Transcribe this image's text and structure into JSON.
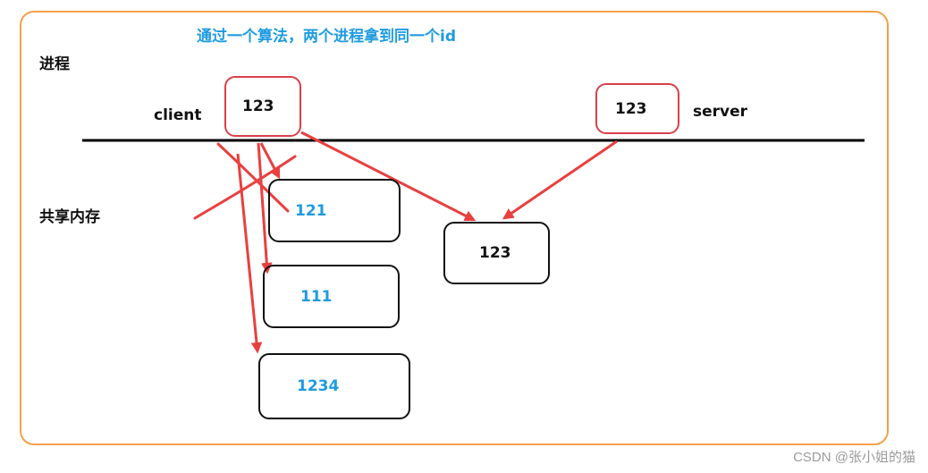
{
  "title": "通过一个算法，两个进程拿到同一个id",
  "process_label": "进程",
  "shared_memory_label": "共享内存",
  "client": {
    "label": "client",
    "value": "123"
  },
  "server": {
    "label": "server",
    "value": "123"
  },
  "segments": [
    {
      "value": "121"
    },
    {
      "value": "111"
    },
    {
      "value": "1234"
    },
    {
      "value": "123"
    }
  ],
  "watermark": "CSDN @张小姐的猫",
  "colors": {
    "frame": "#F5A04A",
    "arrow": "#E8403F",
    "text_blue": "#1E9BE0",
    "box_red": "#D9404A",
    "line": "#000000"
  }
}
